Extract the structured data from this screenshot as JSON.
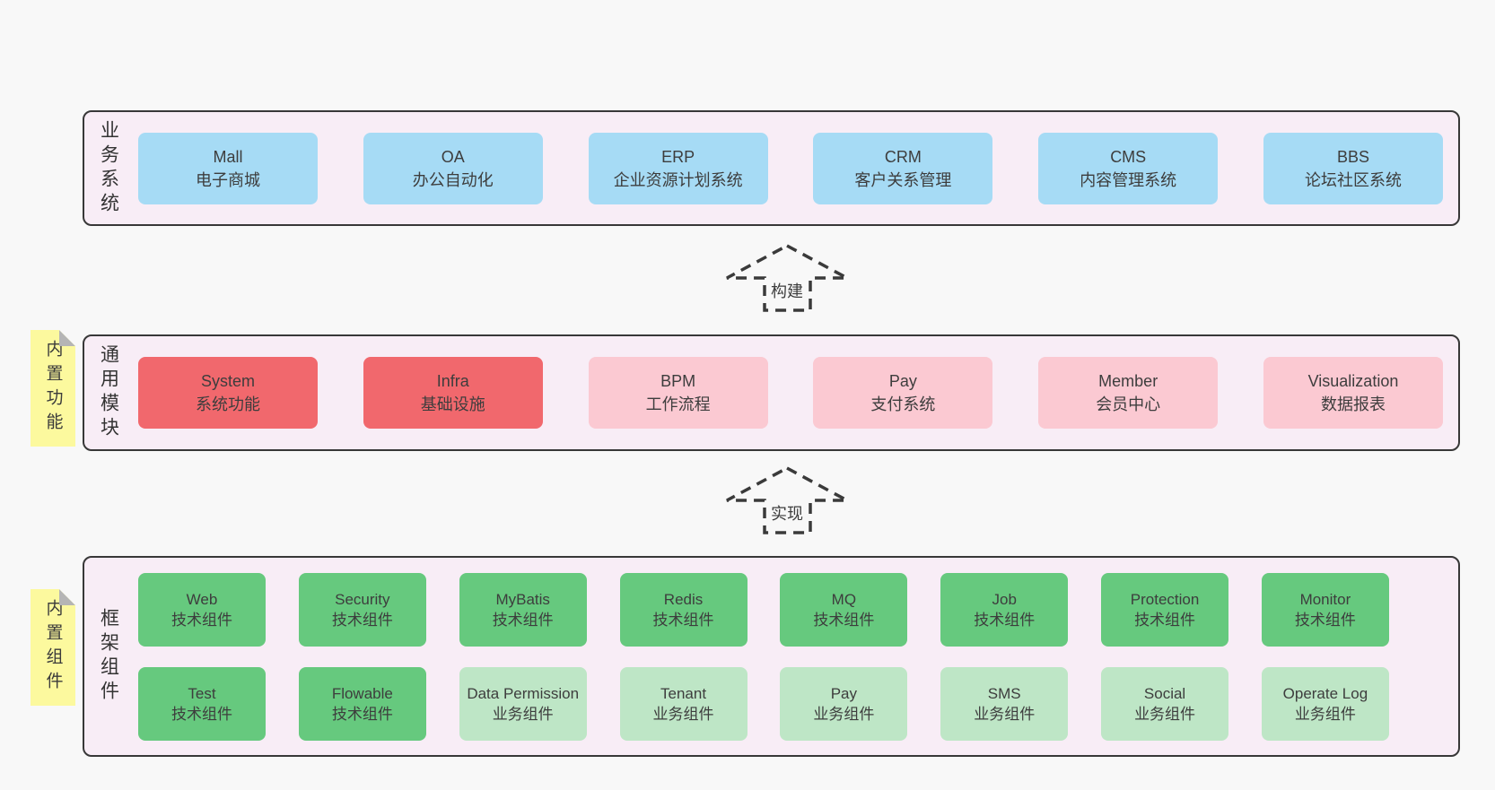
{
  "diagram": {
    "type": "layered-architecture",
    "layers": [
      {
        "label": "业务系统",
        "boxes": [
          {
            "title": "Mall",
            "subtitle": "电子商城"
          },
          {
            "title": "OA",
            "subtitle": "办公自动化"
          },
          {
            "title": "ERP",
            "subtitle": "企业资源计划系统"
          },
          {
            "title": "CRM",
            "subtitle": "客户关系管理"
          },
          {
            "title": "CMS",
            "subtitle": "内容管理系统"
          },
          {
            "title": "BBS",
            "subtitle": "论坛社区系统"
          }
        ]
      },
      {
        "label": "通用模块",
        "boxes": [
          {
            "title": "System",
            "subtitle": "系统功能"
          },
          {
            "title": "Infra",
            "subtitle": "基础设施"
          },
          {
            "title": "BPM",
            "subtitle": "工作流程"
          },
          {
            "title": "Pay",
            "subtitle": "支付系统"
          },
          {
            "title": "Member",
            "subtitle": "会员中心"
          },
          {
            "title": "Visualization",
            "subtitle": "数据报表"
          }
        ]
      },
      {
        "label": "框架组件",
        "rows": [
          [
            {
              "title": "Web",
              "subtitle": "技术组件"
            },
            {
              "title": "Security",
              "subtitle": "技术组件"
            },
            {
              "title": "MyBatis",
              "subtitle": "技术组件"
            },
            {
              "title": "Redis",
              "subtitle": "技术组件"
            },
            {
              "title": "MQ",
              "subtitle": "技术组件"
            },
            {
              "title": "Job",
              "subtitle": "技术组件"
            },
            {
              "title": "Protection",
              "subtitle": "技术组件"
            },
            {
              "title": "Monitor",
              "subtitle": "技术组件"
            }
          ],
          [
            {
              "title": "Test",
              "subtitle": "技术组件"
            },
            {
              "title": "Flowable",
              "subtitle": "技术组件"
            },
            {
              "title": "Data Permission",
              "subtitle": "业务组件"
            },
            {
              "title": "Tenant",
              "subtitle": "业务组件"
            },
            {
              "title": "Pay",
              "subtitle": "业务组件"
            },
            {
              "title": "SMS",
              "subtitle": "业务组件"
            },
            {
              "title": "Social",
              "subtitle": "业务组件"
            },
            {
              "title": "Operate Log",
              "subtitle": "业务组件"
            }
          ]
        ]
      }
    ],
    "arrows": [
      {
        "label": "构建"
      },
      {
        "label": "实现"
      }
    ],
    "notes": [
      {
        "text": "内置功能"
      },
      {
        "text": "内置组件"
      }
    ],
    "colors": {
      "page_background": "#f8f8f8",
      "panel_background": "#f8edf6",
      "panel_border": "#383838",
      "business_box": "#a6dbf5",
      "module_highlight_box": "#f1686d",
      "module_box": "#fbc9d2",
      "tech_component_box": "#66c97e",
      "biz_component_box": "#bee6c6",
      "note_yellow": "#fcf99e",
      "note_fold": "#b5b5b5",
      "arrow_stroke": "#3a3a3a",
      "text": "#3d3d3d"
    }
  }
}
